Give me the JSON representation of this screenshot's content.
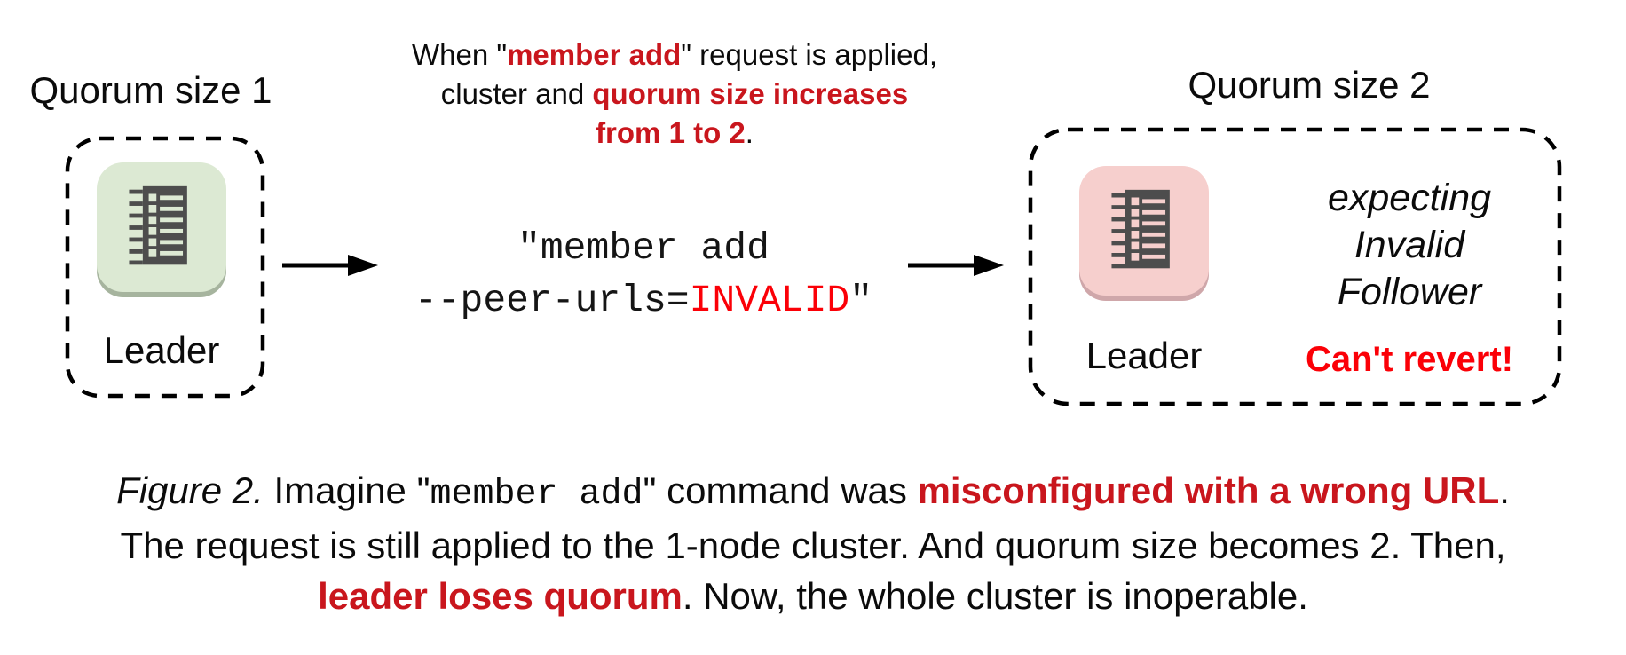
{
  "figure": {
    "left": {
      "title": "Quorum size 1",
      "node_label": "Leader"
    },
    "right": {
      "title": "Quorum size 2",
      "node_label": "Leader",
      "expecting_lines": [
        "expecting",
        "Invalid",
        "Follower"
      ],
      "warning": "Can't revert!"
    },
    "heading": {
      "seg1": "When \"",
      "seg2": "member add",
      "seg3": "\" request is applied,",
      "seg4": "cluster and ",
      "seg5": "quorum size increases",
      "seg6": "from 1 to 2",
      "seg7": "."
    },
    "command": {
      "line1": "\"member add",
      "line2_prefix": "--peer-urls=",
      "line2_invalid": "INVALID",
      "line2_suffix": "\""
    }
  },
  "caption": {
    "fig_label": "Figure 2.",
    "seg1": " Imagine \"",
    "mono1": "member add",
    "seg2": "\" command was ",
    "red1": "misconfigured with a wrong URL",
    "seg3": ".",
    "line2": "The request is still applied to the 1-node cluster. And quorum size becomes 2. Then,",
    "red2": "leader loses quorum",
    "seg4": ". Now, the whole cluster is inoperable."
  },
  "colors": {
    "crimson_red": "#c9161d",
    "bright_red": "#fb0007",
    "green_tile": "#dce9d3",
    "green_tile_shadow": "#a6b49e",
    "pink_tile": "#f6cfcd",
    "pink_tile_shadow": "#cfa7aa",
    "server_glyph": "#4d4d4d"
  }
}
